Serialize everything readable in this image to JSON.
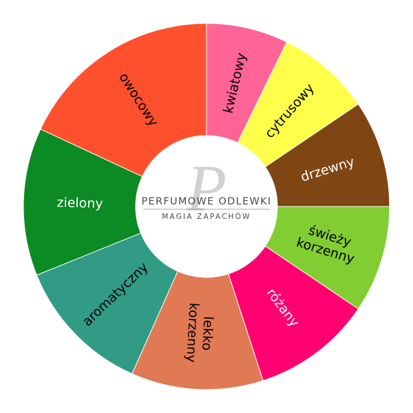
{
  "chart_data": {
    "type": "pie",
    "donut": true,
    "start_angle_deg": 0,
    "direction": "clockwise",
    "segments": [
      {
        "name": "kwiatowy",
        "lines": [
          "kwiatowy"
        ],
        "angle": 26,
        "color": "#ff6496",
        "text_color": "#000000"
      },
      {
        "name": "cytrusowy",
        "lines": [
          "cytrusowy"
        ],
        "angle": 30,
        "color": "#ffff4b",
        "text_color": "#000000"
      },
      {
        "name": "drzewny",
        "lines": [
          "drzewny"
        ],
        "angle": 34,
        "color": "#7f4513",
        "text_color": "#ffffff"
      },
      {
        "name": "świeży korzenny",
        "lines": [
          "świeży",
          "korzenny"
        ],
        "angle": 34,
        "color": "#82cd32",
        "text_color": "#000000"
      },
      {
        "name": "różany",
        "lines": [
          "różany"
        ],
        "angle": 38,
        "color": "#ff0070",
        "text_color": "#ffffff"
      },
      {
        "name": "lekko korzenny",
        "lines": [
          "lekko",
          "korzenny"
        ],
        "angle": 42,
        "color": "#e07a54",
        "text_color": "#000000"
      },
      {
        "name": "aromatyczny",
        "lines": [
          "aromatyczny"
        ],
        "angle": 44,
        "color": "#319b86",
        "text_color": "#000000"
      },
      {
        "name": "zielony",
        "lines": [
          "zielony"
        ],
        "angle": 47,
        "color": "#0c8a23",
        "text_color": "#ffffff"
      },
      {
        "name": "owocowy",
        "lines": [
          "owocowy"
        ],
        "angle": 65,
        "color": "#ff502d",
        "text_color": "#000000"
      }
    ]
  },
  "logo": {
    "line1": "PERFUMOWE ODLEWKI",
    "line2": "MAGIA ZAPACHÓW"
  }
}
